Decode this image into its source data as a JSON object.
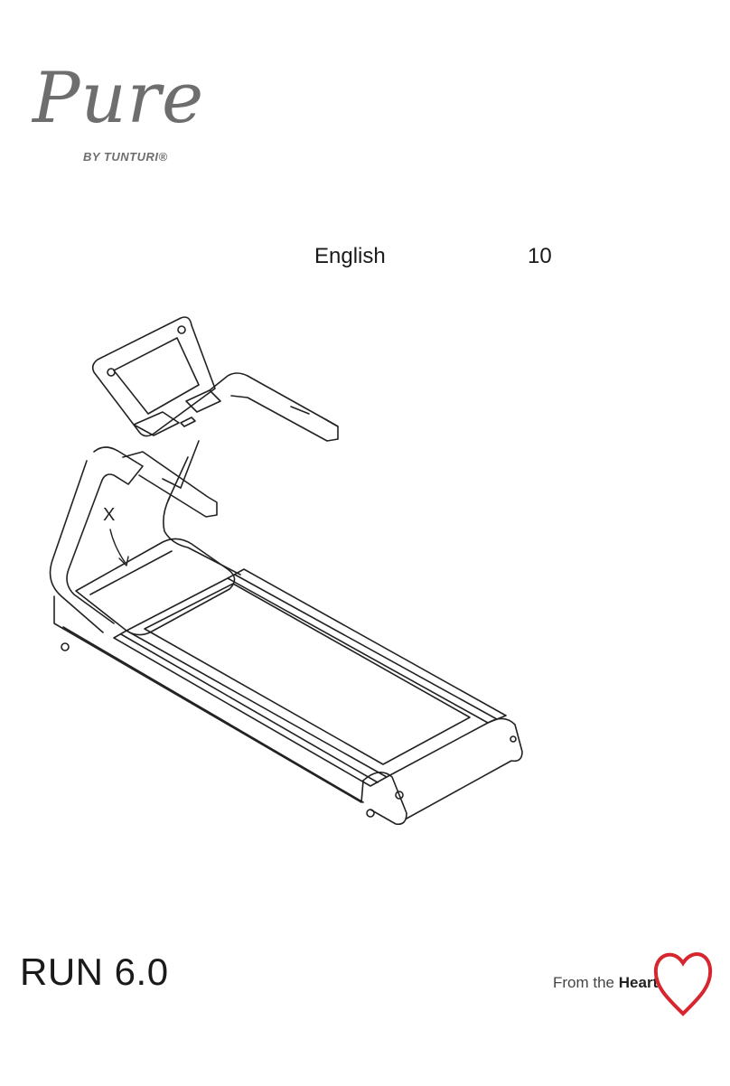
{
  "brand": {
    "logo_script": "Pure",
    "logo_sub": "BY TUNTURI®"
  },
  "contents": [
    {
      "language": "English",
      "page": "10"
    }
  ],
  "illustration": {
    "callout_label": "X"
  },
  "footer": {
    "model": "RUN 6.0",
    "tagline_prefix": "From the",
    "tagline_emphasis": "Heart",
    "heart_color": "#d7262f"
  }
}
